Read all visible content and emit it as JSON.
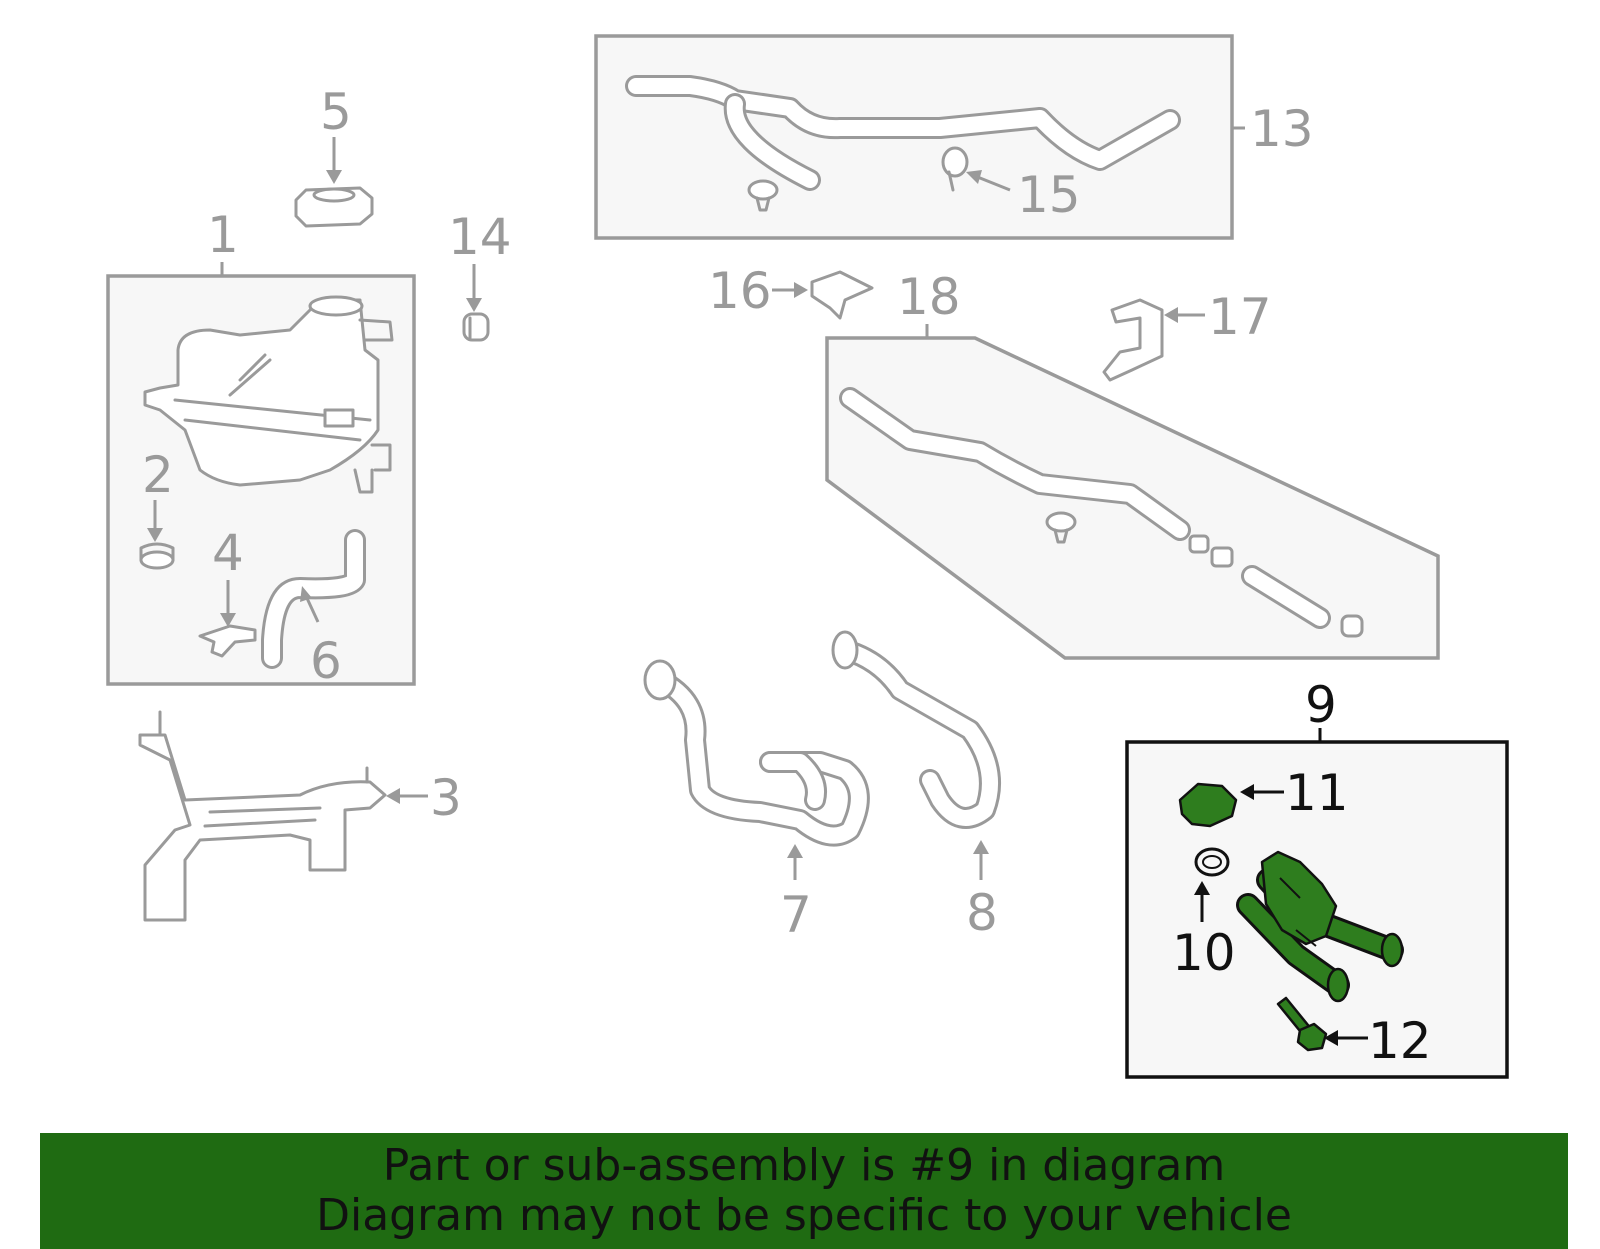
{
  "callouts": {
    "c1": "1",
    "c2": "2",
    "c3": "3",
    "c4": "4",
    "c5": "5",
    "c6": "6",
    "c7": "7",
    "c8": "8",
    "c9": "9",
    "c10": "10",
    "c11": "11",
    "c12": "12",
    "c13": "13",
    "c14": "14",
    "c15": "15",
    "c16": "16",
    "c17": "17",
    "c18": "18"
  },
  "highlighted_part": "9",
  "colors": {
    "highlight": "#2e7d1e",
    "banner": "#1f6b12",
    "part_lines": "#9a9a9a"
  },
  "banner": {
    "line1": "Part or sub-assembly is #9 in diagram",
    "line2": "Diagram may not be specific to your vehicle"
  }
}
